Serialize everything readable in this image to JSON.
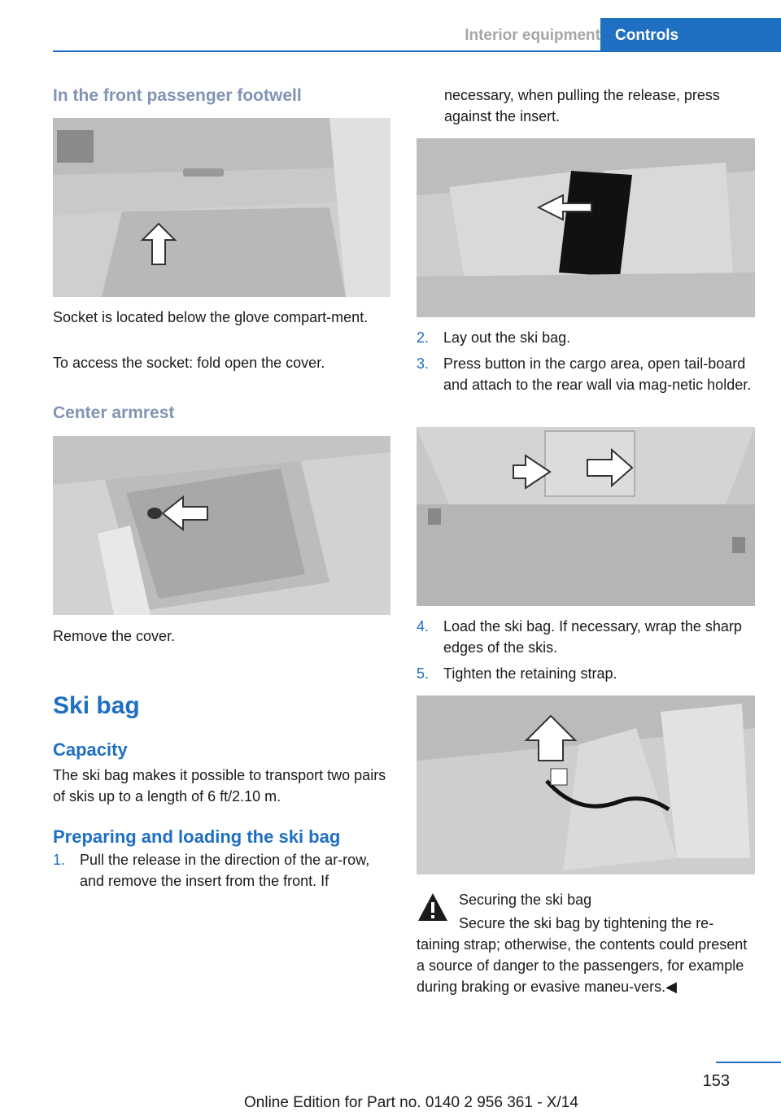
{
  "header": {
    "section": "Interior equipment",
    "tab": "Controls"
  },
  "left": {
    "footwell_heading": "In the front passenger footwell",
    "footwell_text1": "Socket is located below the glove compart‐ment.",
    "footwell_text2": "To access the socket: fold open the cover.",
    "armrest_heading": "Center armrest",
    "armrest_text": "Remove the cover.",
    "skibag_heading": "Ski bag",
    "capacity_heading": "Capacity",
    "capacity_text": "The ski bag makes it possible to transport two pairs of skis up to a length of 6 ft/2.10 m.",
    "preparing_heading": "Preparing and loading the ski bag",
    "step1_num": "1.",
    "step1_text": "Pull the release in the direction of the ar‐row, and remove the insert from the front. If"
  },
  "right": {
    "continued_text": "necessary, when pulling the release, press against the insert.",
    "steps": [
      {
        "num": "2.",
        "text": "Lay out the ski bag."
      },
      {
        "num": "3.",
        "text": "Press button in the cargo area, open tail‐board and attach to the rear wall via mag‐netic holder."
      },
      {
        "num": "4.",
        "text": "Load the ski bag. If necessary, wrap the sharp edges of the skis."
      },
      {
        "num": "5.",
        "text": "Tighten the retaining strap."
      }
    ],
    "warning_title": "Securing the ski bag",
    "warning_text": "Secure the ski bag by tightening the re‐taining strap; otherwise, the contents could present a source of danger to the passengers, for example during braking or evasive maneu‐vers.◀",
    "warning_icon": "warning-triangle-icon"
  },
  "footer": {
    "page_number": "153",
    "edition": "Online Edition for Part no. 0140 2 956 361 - X/14"
  },
  "colors": {
    "accent": "#1f6fc2",
    "subheading": "#8094b3",
    "header_section": "#a6a6a6"
  }
}
